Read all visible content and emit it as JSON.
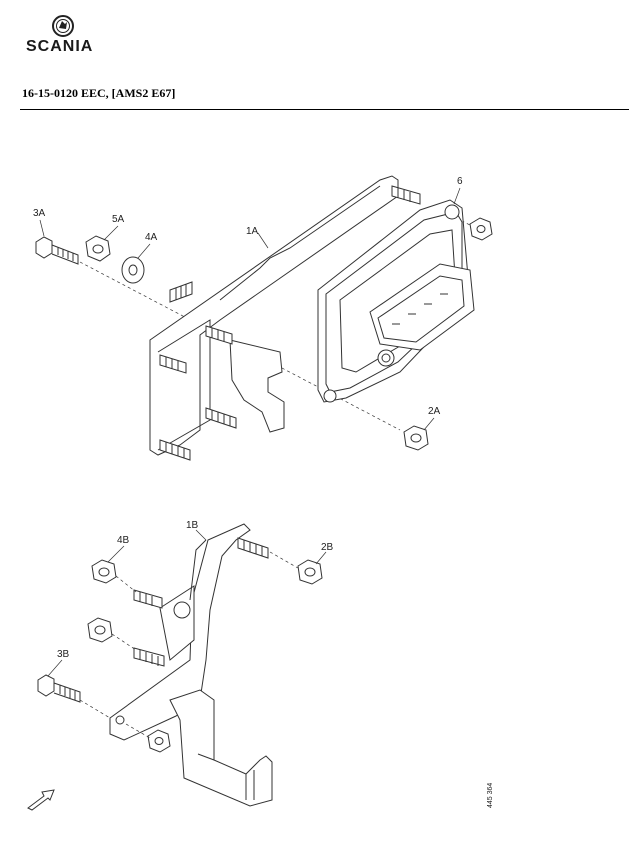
{
  "header": {
    "brand": "SCANIA",
    "title": "16-15-0120 EEC, [AMS2 E67]"
  },
  "callouts": {
    "c6": "6",
    "c3A": "3A",
    "c5A": "5A",
    "c4A": "4A",
    "c1A": "1A",
    "c2A": "2A",
    "c1B": "1B",
    "c4B": "4B",
    "c2B": "2B",
    "c3B": "3B"
  },
  "figure_number": "445 364",
  "icons": {
    "logo": "scania-griffin-logo",
    "direction": "forward-arrow-icon"
  }
}
